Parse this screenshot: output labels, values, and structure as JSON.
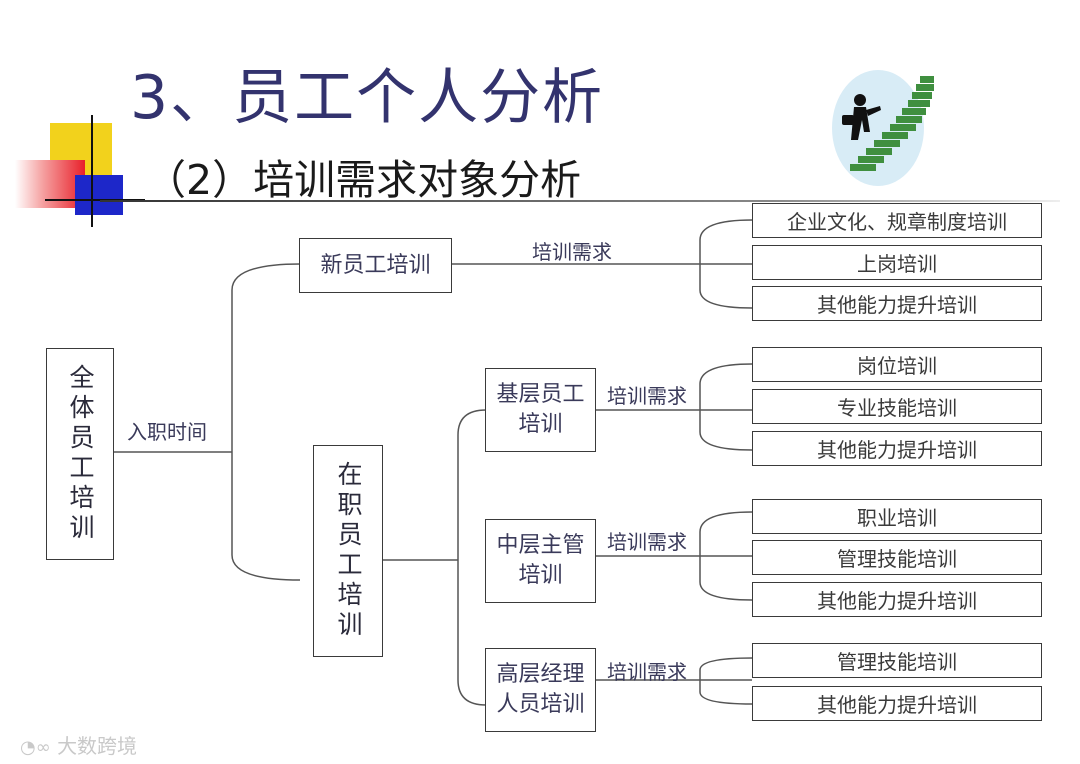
{
  "title": "3、员工个人分析",
  "subtitle": "（2）培训需求对象分析",
  "root": "全体员工培训",
  "root_edge_label": "入职时间",
  "new_staff": {
    "label": "新员工培训",
    "edge_label": "培训需求",
    "leaves": [
      "企业文化、规章制度培训",
      "上岗培训",
      "其他能力提升培训"
    ]
  },
  "incumbent": "在职员工培训",
  "groups": [
    {
      "label": "基层员工培训",
      "edge_label": "培训需求",
      "leaves": [
        "岗位培训",
        "专业技能培训",
        "其他能力提升培训"
      ]
    },
    {
      "label": "中层主管培训",
      "edge_label": "培训需求",
      "leaves": [
        "职业培训",
        "管理技能培训",
        "其他能力提升培训"
      ]
    },
    {
      "label": "高层经理人员培训",
      "edge_label": "培训需求",
      "leaves": [
        "管理技能培训",
        "其他能力提升培训"
      ]
    }
  ],
  "watermark": "大数跨境",
  "colors": {
    "title": "#33336e",
    "accent_yellow": "#f2d21c",
    "accent_red": "#e8202a",
    "accent_blue": "#1d27c9"
  },
  "icons": [
    "decorative-squares-icon",
    "stair-climber-icon"
  ]
}
